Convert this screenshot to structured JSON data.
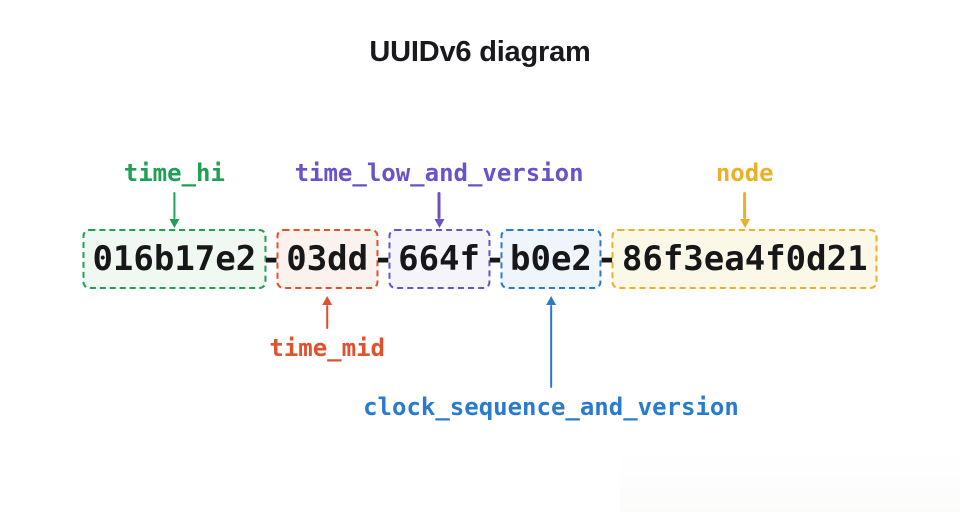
{
  "title": "UUIDv6 diagram",
  "uuid_full": "016b17e2-03dd-664f-b0e2-86f3ea4f0d21",
  "separator": "-",
  "colors": {
    "title_text": "#1A1A1E",
    "uuid_text": "#17171A",
    "background": "#FFFFFF"
  },
  "segments": [
    {
      "id": "time_hi",
      "value": "016b17e2",
      "label": "time_hi",
      "callout": "above",
      "color": "#1FA054",
      "bg": "#EFF9F2"
    },
    {
      "id": "time_mid",
      "value": "03dd",
      "label": "time_mid",
      "callout": "below",
      "color": "#E0512D",
      "bg": "#FBF2ED"
    },
    {
      "id": "time_low_and_version",
      "value": "664f",
      "label": "time_low_and_version",
      "callout": "above",
      "color": "#6A52C9",
      "bg": "#F5F4FB"
    },
    {
      "id": "clock_sequence_and_version",
      "value": "b0e2",
      "label": "clock_sequence_and_version",
      "callout": "below",
      "color": "#2B7BCD",
      "bg": "#EFF5FC"
    },
    {
      "id": "node",
      "value": "86f3ea4f0d21",
      "label": "node",
      "callout": "above",
      "color": "#E9B127",
      "bg": "#FCF8E7"
    }
  ]
}
